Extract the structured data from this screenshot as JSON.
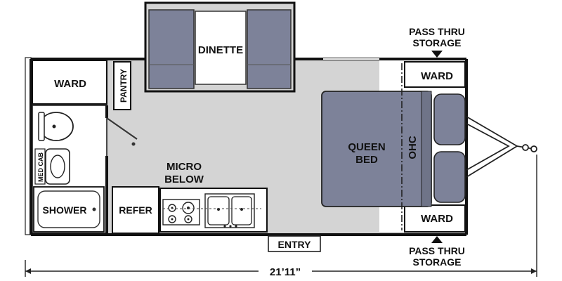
{
  "floorplan": {
    "labels": {
      "dinette": "DINETTE",
      "ward_left": "WARD",
      "pantry": "PANTRY",
      "med_cab": "MED CAB",
      "shower": "SHOWER",
      "refer": "REFER",
      "micro_line1": "MICRO",
      "micro_line2": "BELOW",
      "queen_line1": "QUEEN",
      "queen_line2": "BED",
      "ohc": "OHC",
      "ward_top_right": "WARD",
      "ward_bottom_right": "WARD",
      "pass_thru_top_line1": "PASS THRU",
      "pass_thru_top_line2": "STORAGE",
      "pass_thru_bottom_line1": "PASS THRU",
      "pass_thru_bottom_line2": "STORAGE",
      "entry": "ENTRY",
      "dimension": "21’11”"
    },
    "colors": {
      "floor": "#d4d4d4",
      "cushion": "#7d8299",
      "cushion_dark": "#5f6478",
      "wall": "#1a1a1a"
    }
  }
}
